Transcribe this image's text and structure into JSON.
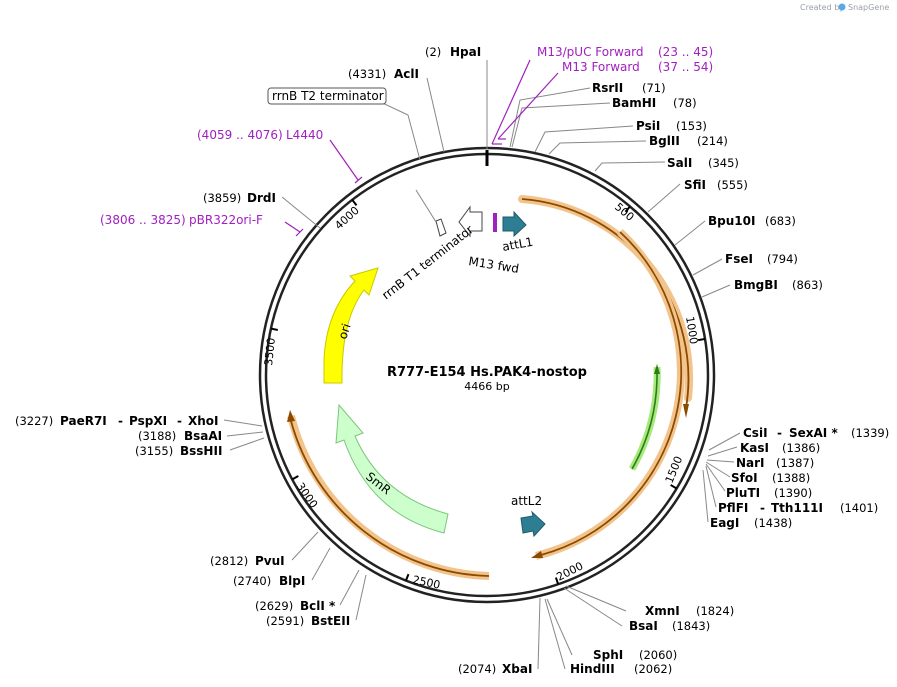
{
  "credit": {
    "prefix": "Created by",
    "brand": "SnapGene"
  },
  "plasmid": {
    "name": "R777-E154 Hs.PAK4-nostop",
    "length": "4466 bp",
    "total_bp": 4466
  },
  "ticks": [
    "500",
    "1000",
    "1500",
    "2000",
    "2500",
    "3000",
    "3500",
    "4000"
  ],
  "features": [
    {
      "label": "attL1"
    },
    {
      "label": "M13 fwd"
    },
    {
      "label": "rrnB T1 terminator"
    },
    {
      "label": "ori"
    },
    {
      "label": "SmR"
    },
    {
      "label": "attL2"
    }
  ],
  "right_sites": [
    {
      "name": "RsrII",
      "pos": "(71)"
    },
    {
      "name": "BamHI",
      "pos": "(78)"
    },
    {
      "name": "PsiI",
      "pos": "(153)"
    },
    {
      "name": "BglII",
      "pos": "(214)"
    },
    {
      "name": "SalI",
      "pos": "(345)"
    },
    {
      "name": "SfiI",
      "pos": "(555)"
    },
    {
      "name": "Bpu10I",
      "pos": "(683)"
    },
    {
      "name": "FseI",
      "pos": "(794)"
    },
    {
      "name": "BmgBI",
      "pos": "(863)"
    },
    {
      "name": "KasI",
      "pos": "(1386)"
    },
    {
      "name": "NarI",
      "pos": "(1387)"
    },
    {
      "name": "SfoI",
      "pos": "(1388)"
    },
    {
      "name": "PluTI",
      "pos": "(1390)"
    },
    {
      "name": "EagI",
      "pos": "(1438)"
    },
    {
      "name": "XmnI",
      "pos": "(1824)"
    },
    {
      "name": "BsaI",
      "pos": "(1843)"
    },
    {
      "name": "SphI",
      "pos": "(2060)"
    },
    {
      "name": "HindIII",
      "pos": "(2062)"
    }
  ],
  "csii": {
    "name1": "CsiI",
    "sep": "-",
    "name2": "SexAI *",
    "pos": "(1339)"
  },
  "pflfi": {
    "name1": "PflFI",
    "sep": "-",
    "name2": "Tth111I",
    "pos": "(1401)"
  },
  "left_sites": [
    {
      "name": "HpaI",
      "pos": "(2)"
    },
    {
      "name": "AclI",
      "pos": "(4331)"
    },
    {
      "name": "DrdI",
      "pos": "(3859)"
    },
    {
      "name": "BsaAI",
      "pos": "(3188)"
    },
    {
      "name": "BssHII",
      "pos": "(3155)"
    },
    {
      "name": "PvuI",
      "pos": "(2812)"
    },
    {
      "name": "BlpI",
      "pos": "(2740)"
    },
    {
      "name": "BclI *",
      "pos": "(2629)"
    },
    {
      "name": "BstEII",
      "pos": "(2591)"
    },
    {
      "name": "XbaI",
      "pos": "(2074)"
    }
  ],
  "paer7i": {
    "pos": "(3227)",
    "name1": "PaeR7I",
    "sep1": "-",
    "name2": "PspXI",
    "sep2": "-",
    "name3": "XhoI"
  },
  "primers": [
    {
      "label": "M13/pUC Forward",
      "range": "(23 .. 45)"
    },
    {
      "label": "M13 Forward",
      "range": "(37 .. 54)"
    },
    {
      "label": "L4440",
      "range": "(4059 .. 4076)"
    },
    {
      "label": "pBR322ori-F",
      "range": "(3806 .. 3825)"
    }
  ],
  "boxed_label": "rrnB T2 terminator",
  "colors": {
    "primer": "#a020c0",
    "ori": "#ffff00",
    "smr": "#ccffcc",
    "att": "#2e7e93",
    "orf_halo": "#f2c48c",
    "orf": "#8b4a00",
    "green_halo": "#a6e87a"
  }
}
